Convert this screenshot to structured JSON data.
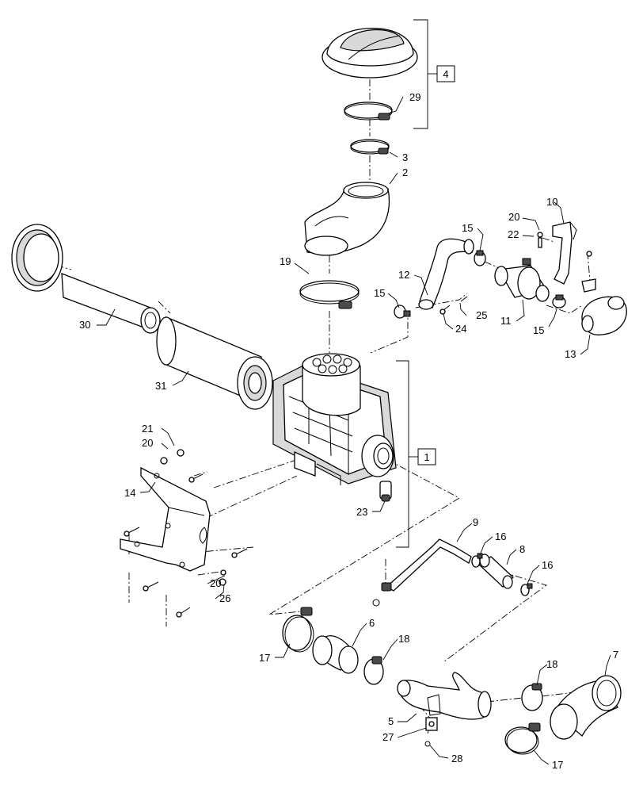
{
  "callouts": [
    {
      "id": "c29",
      "text": "29"
    },
    {
      "id": "c3",
      "text": "3"
    },
    {
      "id": "c2",
      "text": "2"
    },
    {
      "id": "c19",
      "text": "19"
    },
    {
      "id": "c30",
      "text": "30"
    },
    {
      "id": "c31",
      "text": "31"
    },
    {
      "id": "c10",
      "text": "10"
    },
    {
      "id": "c20a",
      "text": "20"
    },
    {
      "id": "c22",
      "text": "22"
    },
    {
      "id": "c15a",
      "text": "15"
    },
    {
      "id": "c12",
      "text": "12"
    },
    {
      "id": "c15b",
      "text": "15"
    },
    {
      "id": "c25",
      "text": "25"
    },
    {
      "id": "c24",
      "text": "24"
    },
    {
      "id": "c11",
      "text": "11"
    },
    {
      "id": "c15c",
      "text": "15"
    },
    {
      "id": "c13",
      "text": "13"
    },
    {
      "id": "c21",
      "text": "21"
    },
    {
      "id": "c20b",
      "text": "20"
    },
    {
      "id": "c14",
      "text": "14"
    },
    {
      "id": "c23",
      "text": "23"
    },
    {
      "id": "c20c",
      "text": "20"
    },
    {
      "id": "c26",
      "text": "26"
    },
    {
      "id": "c9",
      "text": "9"
    },
    {
      "id": "c16a",
      "text": "16"
    },
    {
      "id": "c8",
      "text": "8"
    },
    {
      "id": "c16b",
      "text": "16"
    },
    {
      "id": "c6",
      "text": "6"
    },
    {
      "id": "c17a",
      "text": "17"
    },
    {
      "id": "c18a",
      "text": "18"
    },
    {
      "id": "c18b",
      "text": "18"
    },
    {
      "id": "c7",
      "text": "7"
    },
    {
      "id": "c5",
      "text": "5"
    },
    {
      "id": "c27",
      "text": "27"
    },
    {
      "id": "c28",
      "text": "28"
    },
    {
      "id": "c17b",
      "text": "17"
    }
  ],
  "assembly_boxes": [
    {
      "id": "b4",
      "text": "4"
    },
    {
      "id": "b1",
      "text": "1"
    }
  ]
}
